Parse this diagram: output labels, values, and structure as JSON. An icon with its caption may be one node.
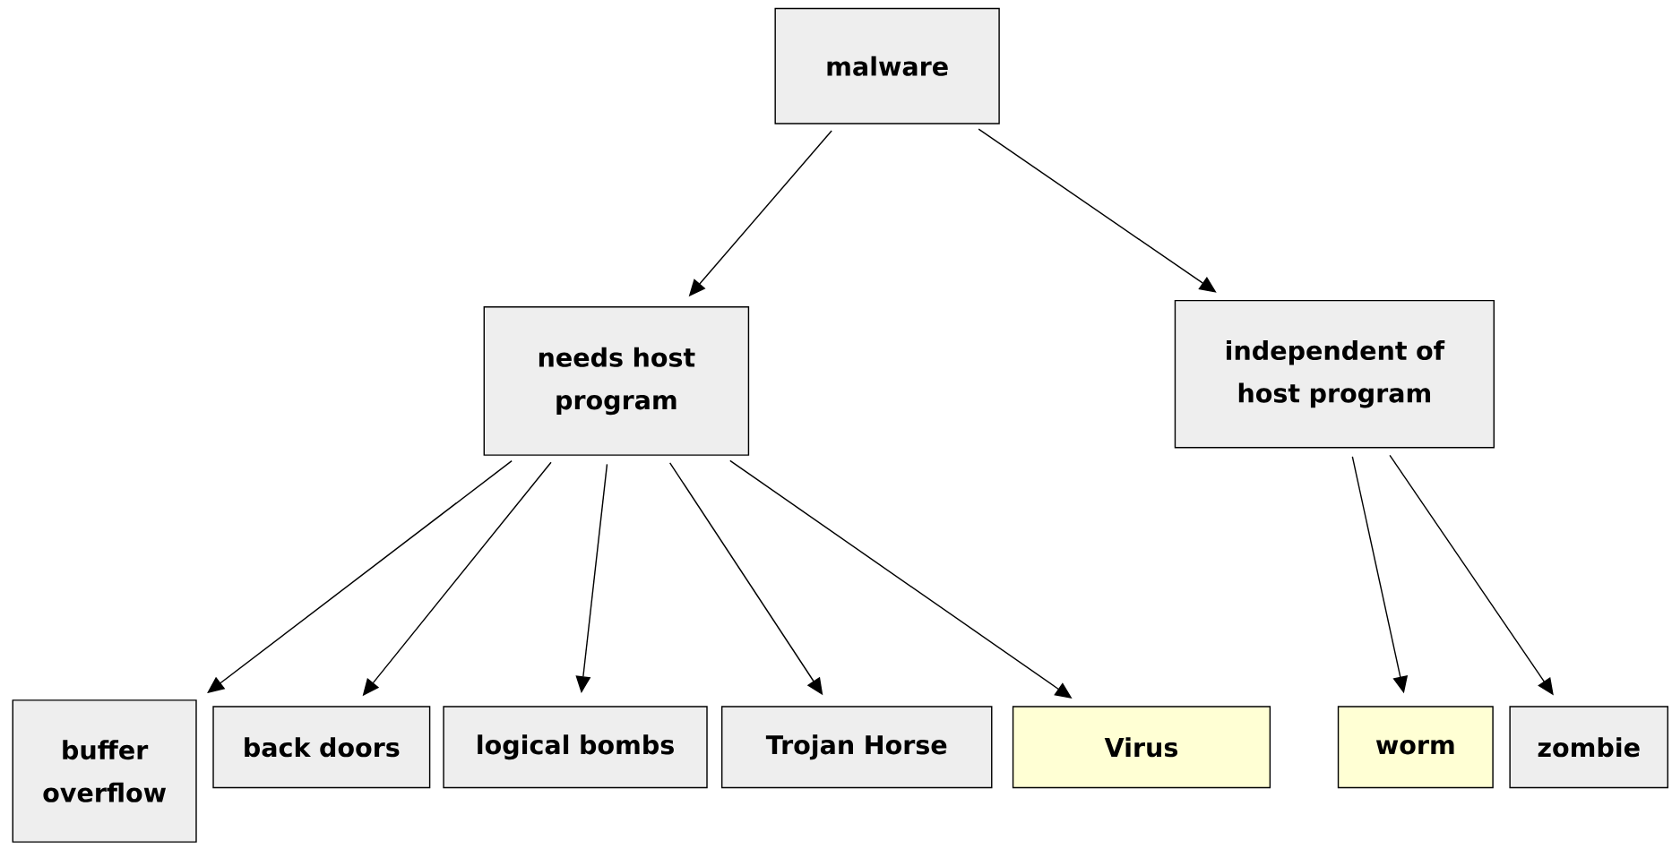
{
  "diagram": {
    "nodes": [
      {
        "text": [
          "malware"
        ]
      },
      {
        "text": [
          "needs host program"
        ]
      },
      {
        "text": [
          "independent of host program"
        ]
      },
      {
        "text": [
          "buffer overflow"
        ]
      },
      {
        "text": [
          "back doors"
        ]
      },
      {
        "text": [
          "logical bombs"
        ]
      },
      {
        "text": [
          "Trojan Horse"
        ]
      },
      {
        "text": [
          "Virus"
        ]
      },
      {
        "text": [
          "worm"
        ]
      },
      {
        "text": [
          "zombie"
        ]
      }
    ],
    "edges": [
      {
        "from": 0,
        "to": 1,
        "arrow": "to"
      },
      {
        "from": 0,
        "to": 2,
        "arrow": "to"
      },
      {
        "from": 1,
        "to": 3,
        "arrow": "to"
      },
      {
        "from": 1,
        "to": 4,
        "arrow": "to"
      },
      {
        "from": 1,
        "to": 5,
        "arrow": "to"
      },
      {
        "from": 1,
        "to": 6,
        "arrow": "to"
      },
      {
        "from": 1,
        "to": 7,
        "arrow": "to"
      },
      {
        "from": 2,
        "to": 8,
        "arrow": "to"
      },
      {
        "from": 2,
        "to": 9,
        "arrow": "to"
      }
    ]
  }
}
